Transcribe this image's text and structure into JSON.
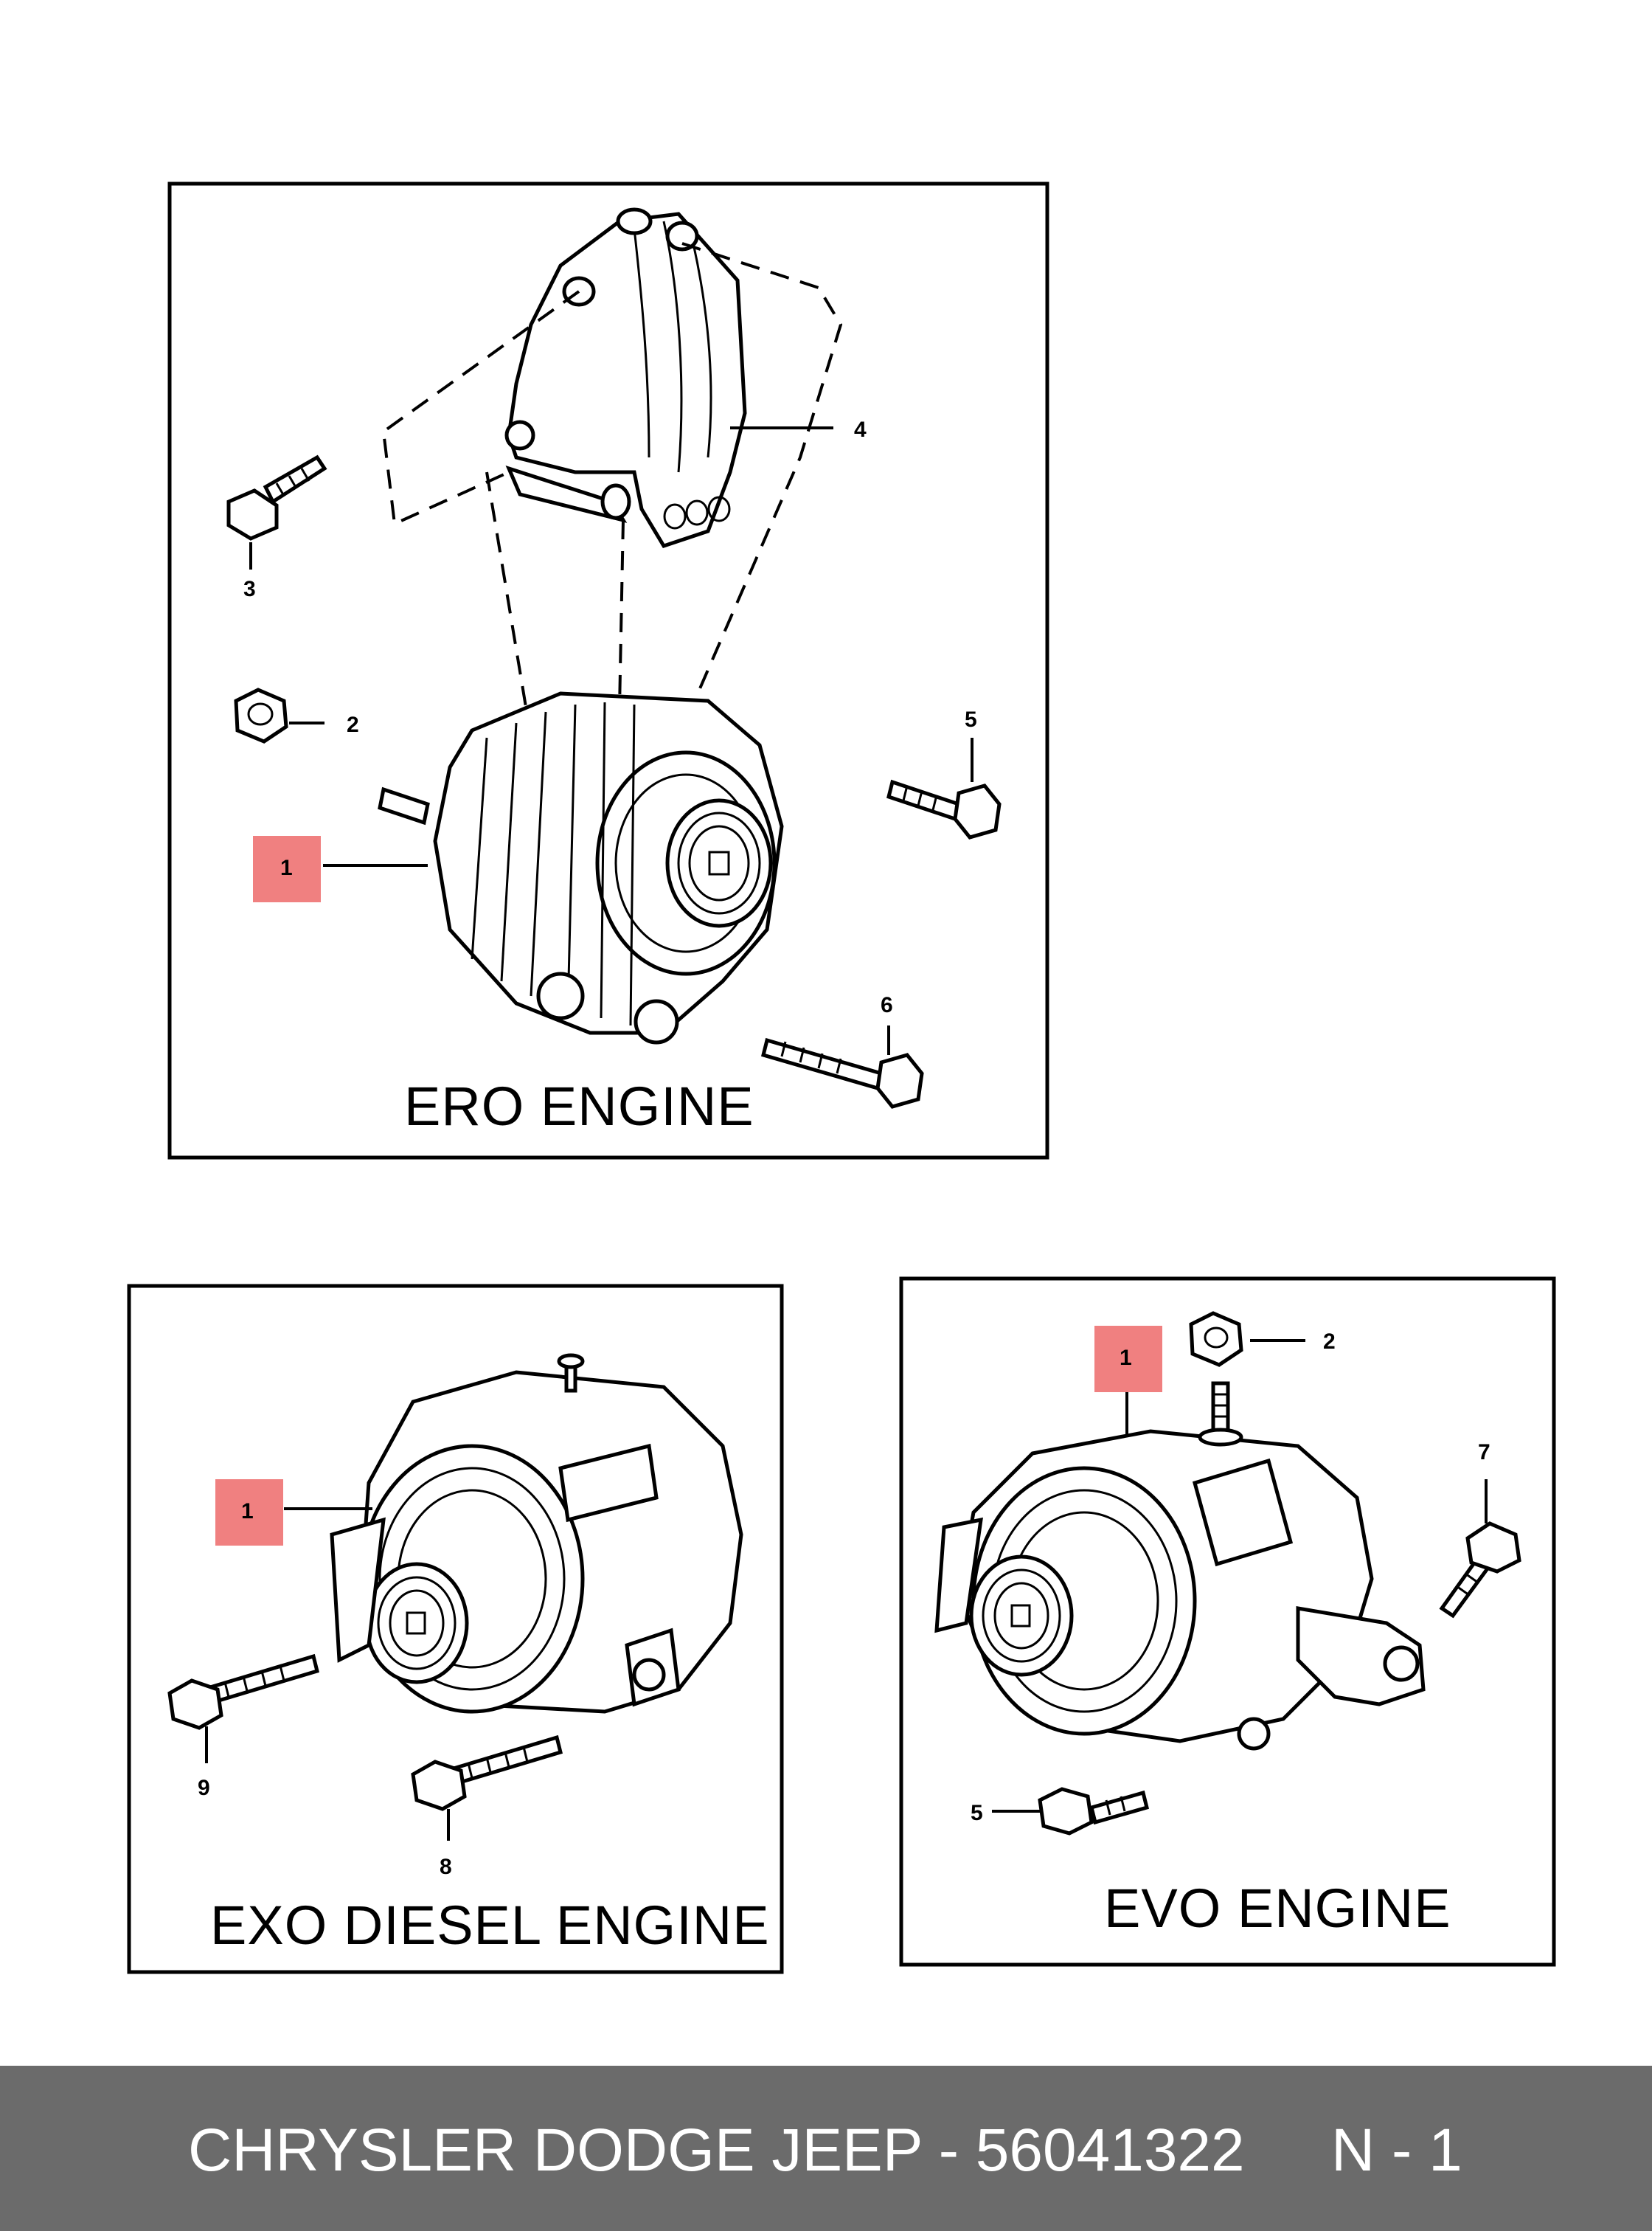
{
  "panels": {
    "ero": {
      "label": "ERO ENGINE",
      "callouts": [
        "1",
        "2",
        "3",
        "4",
        "5",
        "6"
      ]
    },
    "exo": {
      "label": "EXO DIESEL ENGINE",
      "callouts": [
        "1",
        "8",
        "9"
      ]
    },
    "evo": {
      "label": "EVO ENGINE",
      "callouts": [
        "1",
        "2",
        "5",
        "7"
      ]
    }
  },
  "highlight_color": "#f08080",
  "footer": {
    "brand_part": "CHRYSLER DODGE JEEP - 56041322",
    "page": "N - 1",
    "background": "#6b6b6b"
  }
}
